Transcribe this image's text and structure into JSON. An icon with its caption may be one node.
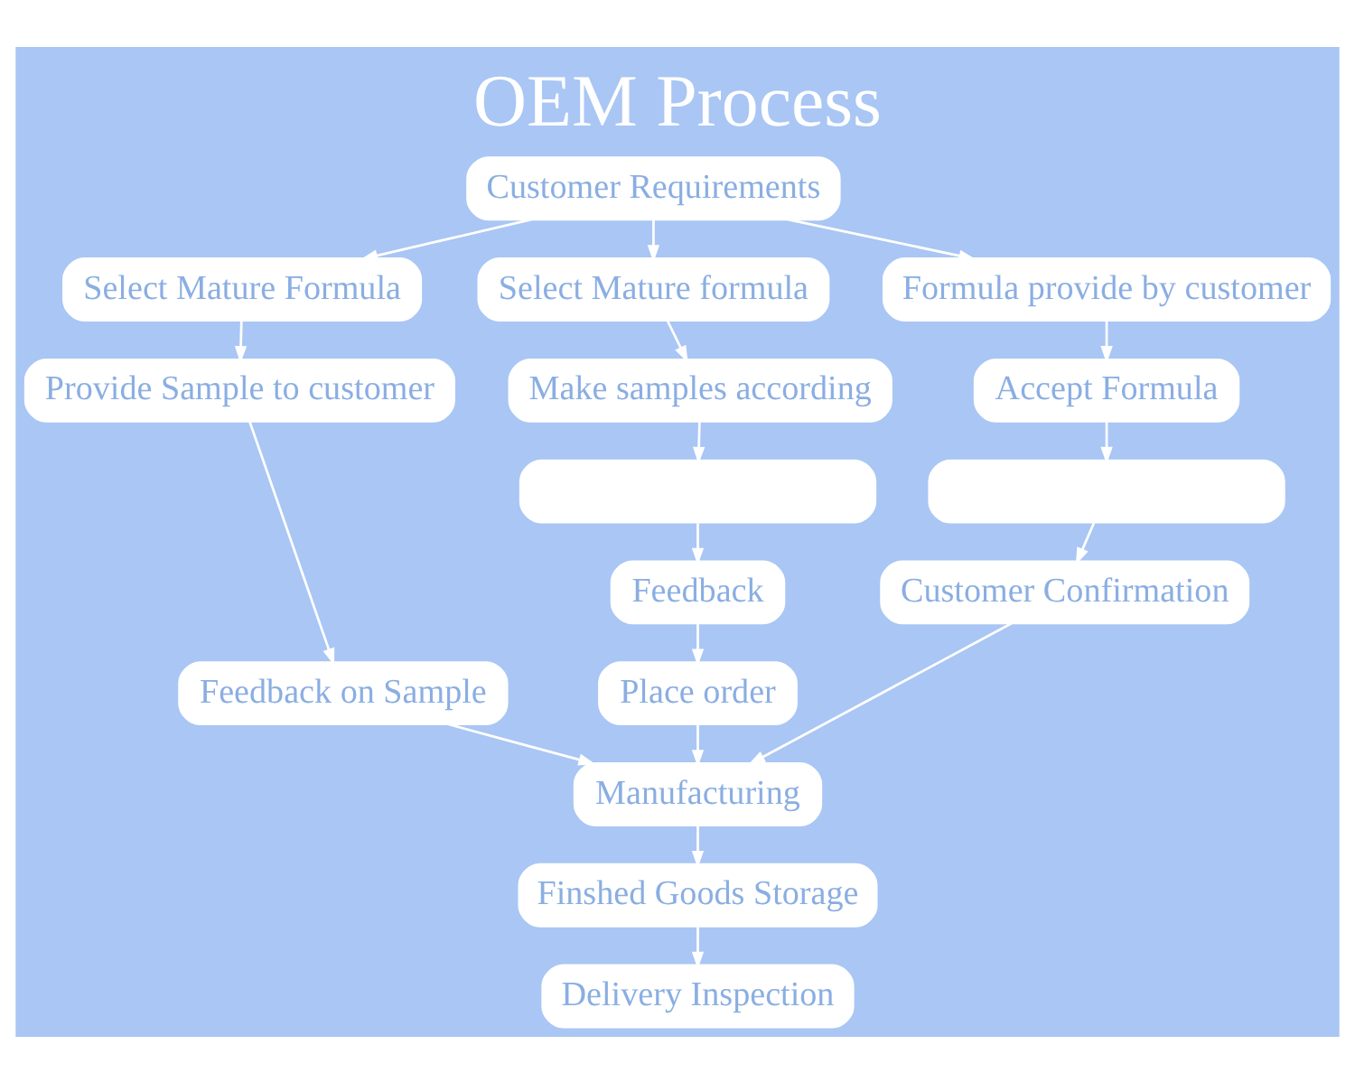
{
  "diagram": {
    "title": "OEM Process",
    "nodes": [
      {
        "text": [
          "Customer Requirements"
        ]
      },
      {
        "text": [
          "Select Mature Formula"
        ]
      },
      {
        "text": [
          "Select Mature formula"
        ]
      },
      {
        "text": [
          "Formula provide by customer"
        ]
      },
      {
        "text": [
          "Provide Sample to customer"
        ]
      },
      {
        "text": [
          "Make samples according"
        ]
      },
      {
        "text": [
          "Accept Formula"
        ]
      },
      {
        "text": [
          "Feedback on Sample"
        ]
      },
      {
        "text": [],
        "shape": "box"
      },
      {
        "text": [],
        "shape": "box"
      },
      {
        "text": [
          "Feedback"
        ]
      },
      {
        "text": [
          "Customer Confirmation"
        ]
      },
      {
        "text": [
          "Place order"
        ]
      },
      {
        "text": [
          "Manufacturing"
        ]
      },
      {
        "text": [
          "Finshed Goods Storage"
        ]
      },
      {
        "text": [
          "Delivery Inspection"
        ]
      }
    ],
    "edges": [
      {
        "from": 0,
        "to": 1,
        "arrow": "to"
      },
      {
        "from": 0,
        "to": 2,
        "arrow": "to"
      },
      {
        "from": 0,
        "to": 3,
        "arrow": "to"
      },
      {
        "from": 1,
        "to": 4,
        "arrow": "to"
      },
      {
        "from": 2,
        "to": 5,
        "arrow": "to"
      },
      {
        "from": 3,
        "to": 6,
        "arrow": "to"
      },
      {
        "from": 4,
        "to": 7,
        "arrow": "to"
      },
      {
        "from": 5,
        "to": 8,
        "arrow": "to"
      },
      {
        "from": 6,
        "to": 9,
        "arrow": "to"
      },
      {
        "from": 8,
        "to": 10,
        "arrow": "to"
      },
      {
        "from": 9,
        "to": 11,
        "arrow": "to"
      },
      {
        "from": 10,
        "to": 12,
        "arrow": "to"
      },
      {
        "from": 7,
        "to": 13,
        "arrow": "to"
      },
      {
        "from": 12,
        "to": 13,
        "arrow": "to"
      },
      {
        "from": 11,
        "to": 13,
        "arrow": "to"
      },
      {
        "from": 13,
        "to": 14,
        "arrow": "to"
      },
      {
        "from": 14,
        "to": 15,
        "arrow": "to"
      }
    ]
  }
}
